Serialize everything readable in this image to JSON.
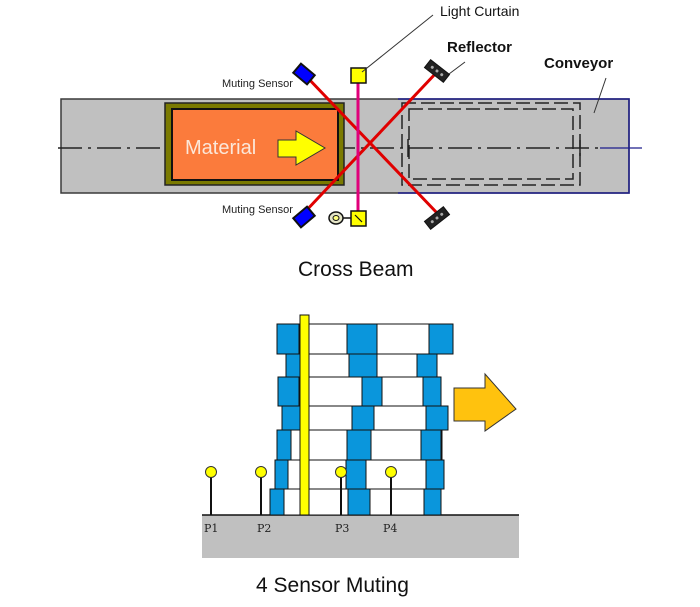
{
  "cross_beam": {
    "caption": "Cross Beam",
    "labels": {
      "light_curtain": "Light Curtain",
      "reflector": "Reflector",
      "conveyor": "Conveyor",
      "muting_sensor_top": "Muting Sensor",
      "muting_sensor_bottom": "Muting Sensor",
      "material": "Material"
    },
    "colors": {
      "conveyor": "#c0c0c0",
      "material_fill": "#fb7b3c",
      "material_frame": "#7a7a00",
      "sensor": "#0000ff",
      "light_curtain": "#ffff00",
      "muting_beam": "#e00000",
      "curtain_beam": "#e0007a",
      "arrow": "#ffff00",
      "conveyor_outline": "#1e1e8c"
    }
  },
  "four_sensor": {
    "caption": "4 Sensor Muting",
    "sensors": [
      {
        "label": "P1"
      },
      {
        "label": "P2"
      },
      {
        "label": "P3"
      },
      {
        "label": "P4"
      }
    ],
    "colors": {
      "block_blue": "#0a96dc",
      "light_curtain": "#ffff00",
      "arrow": "#ffc20e",
      "floor": "#c0c0c0",
      "sensor_head": "#ffff00"
    }
  }
}
